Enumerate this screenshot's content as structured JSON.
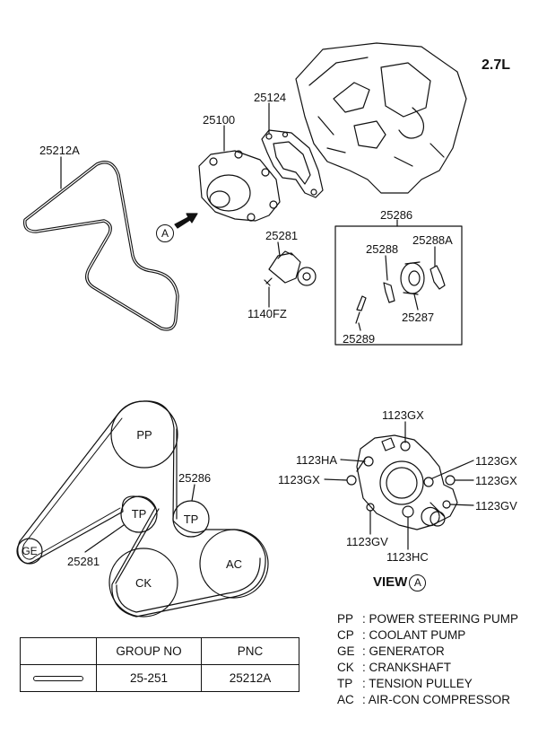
{
  "engine": "2.7L",
  "arrow_label": "A",
  "callouts": {
    "belt": "25212A",
    "water_pump": "25100",
    "gasket": "25124",
    "tensioner": "25281",
    "bolt": "1140FZ",
    "pulley_assy": "25286",
    "p25288": "25288",
    "p25288a": "25288A",
    "p25287": "25287",
    "p25289": "25289"
  },
  "routing": {
    "PP": "PP",
    "TP1": "TP",
    "TP2": "TP",
    "GE": "GE",
    "CK": "CK",
    "AC": "AC",
    "label_25286": "25286",
    "label_25281": "25281"
  },
  "view_labels": {
    "top": "1123GX",
    "ha": "1123HA",
    "left_gx": "1123GX",
    "right_gx1": "1123GX",
    "right_gx2": "1123GX",
    "gv_right": "1123GV",
    "gv_bottom": "1123GV",
    "hc": "1123HC"
  },
  "view_title": "VIEW",
  "view_letter": "A",
  "legend": [
    {
      "code": "PP",
      "sep": ":",
      "text": "POWER STEERING PUMP"
    },
    {
      "code": "CP",
      "sep": ":",
      "text": "COOLANT PUMP"
    },
    {
      "code": "GE",
      "sep": ":",
      "text": "GENERATOR"
    },
    {
      "code": "CK",
      "sep": ":",
      "text": "CRANKSHAFT"
    },
    {
      "code": "TP",
      "sep": ":",
      "text": "TENSION PULLEY"
    },
    {
      "code": "AC",
      "sep": ":",
      "text": "AIR-CON COMPRESSOR"
    }
  ],
  "table": {
    "headers": [
      "",
      "GROUP NO",
      "PNC"
    ],
    "row": [
      "",
      "25-251",
      "25212A"
    ]
  }
}
